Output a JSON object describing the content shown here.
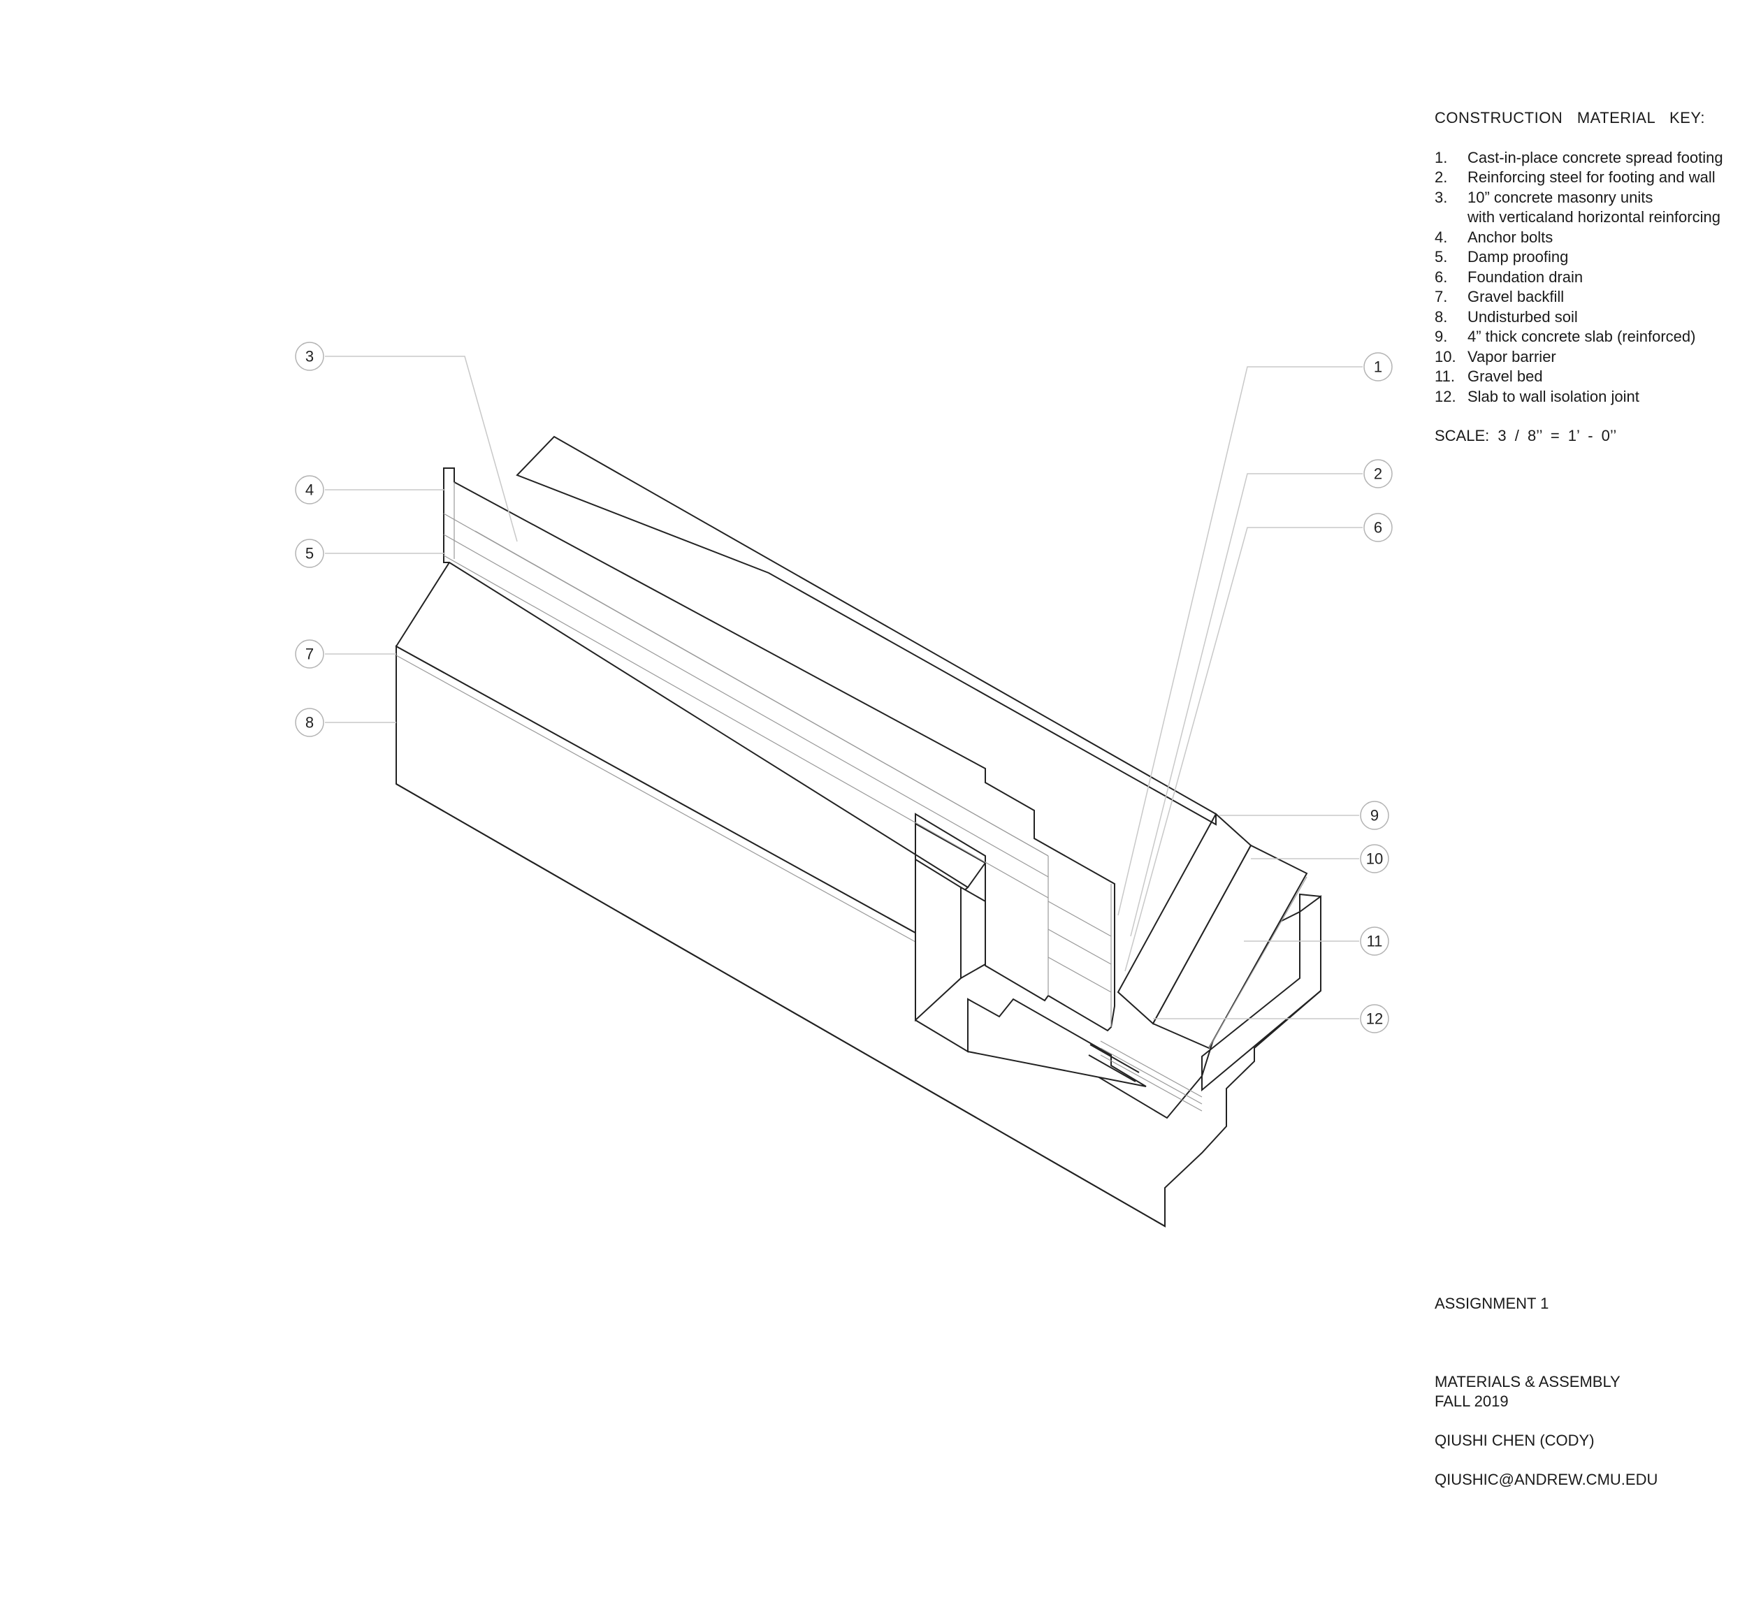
{
  "key": {
    "title": "CONSTRUCTION   MATERIAL   KEY:",
    "items": [
      {
        "num": "1.",
        "text": "Cast-in-place concrete spread footing"
      },
      {
        "num": "2.",
        "text": "Reinforcing steel for footing and wall"
      },
      {
        "num": "3.",
        "text": "10” concrete masonry units"
      },
      {
        "num": "",
        "text": "with verticaland horizontal reinforcing"
      },
      {
        "num": "4.",
        "text": "Anchor bolts"
      },
      {
        "num": "5.",
        "text": "Damp proofing"
      },
      {
        "num": "6.",
        "text": "Foundation drain"
      },
      {
        "num": "7.",
        "text": "Gravel backfill"
      },
      {
        "num": "8.",
        "text": "Undisturbed soil"
      },
      {
        "num": "9.",
        "text": "4” thick concrete slab (reinforced)"
      },
      {
        "num": "10.",
        "text": "Vapor barrier"
      },
      {
        "num": "11.",
        "text": "Gravel bed"
      },
      {
        "num": "12.",
        "text": "Slab to wall isolation joint"
      }
    ],
    "scale": "SCALE:   3 / 8’’  =  1’ - 0’’"
  },
  "title_block": {
    "assignment": "ASSIGNMENT 1",
    "course_line1": "MATERIALS & ASSEMBLY",
    "course_line2": "FALL 2019",
    "author": "QIUSHI CHEN (CODY)",
    "email": "QIUSHIC@ANDREW.CMU.EDU"
  },
  "callouts": {
    "c1": "1",
    "c2": "2",
    "c3": "3",
    "c4": "4",
    "c5": "5",
    "c6": "6",
    "c7": "7",
    "c8": "8",
    "c9": "9",
    "c10": "10",
    "c11": "11",
    "c12": "12"
  }
}
